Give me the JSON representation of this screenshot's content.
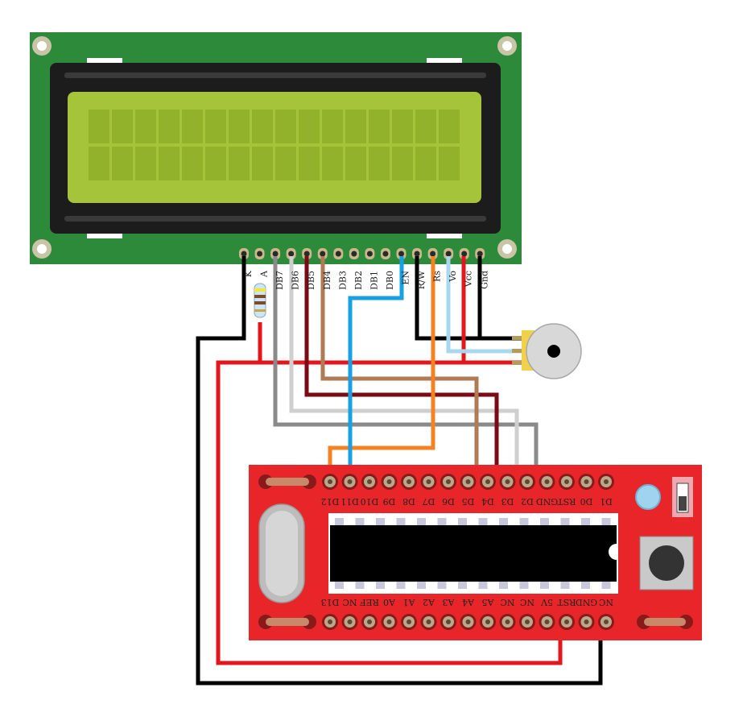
{
  "lcd": {
    "pins": [
      "K",
      "A",
      "DB7",
      "DB6",
      "DB5",
      "DB4",
      "DB3",
      "DB2",
      "DB1",
      "DB0",
      "EN",
      "R/W",
      "Rs",
      "Vo",
      "Vcc",
      "Gnd"
    ],
    "colors": {
      "pcb": "#2d8a3a",
      "bezel": "#1c1c1c",
      "screen": "#a6c43a",
      "cell": "#93b22c"
    }
  },
  "board": {
    "top_labels": [
      "D12",
      "D11",
      "D10",
      "D9",
      "D8",
      "D7",
      "D6",
      "D5",
      "D4",
      "D3",
      "D2",
      "GND",
      "RST",
      "D0",
      "D1"
    ],
    "bottom_labels": [
      "D13",
      "NC",
      "REF",
      "A0",
      "A1",
      "A2",
      "A3",
      "A4",
      "A5",
      "NC",
      "NC",
      "5V",
      "RST",
      "GND",
      "NC"
    ],
    "colors": {
      "pcb": "#e8262a"
    }
  },
  "components": [
    "resistor-icon",
    "potentiometer-icon",
    "crystal-icon",
    "reset-button-icon",
    "power-led-icon",
    "power-switch-icon",
    "microcontroller-chip"
  ],
  "wire_colors": {
    "black": "#000000",
    "red": "#e3161c",
    "grey": "#8a8a8a",
    "light_grey": "#cfcfcf",
    "dark_red": "#7a0a14",
    "brown": "#b07a55",
    "blue": "#17a0e3",
    "orange": "#f58220",
    "light_blue": "#a8d8ee"
  }
}
